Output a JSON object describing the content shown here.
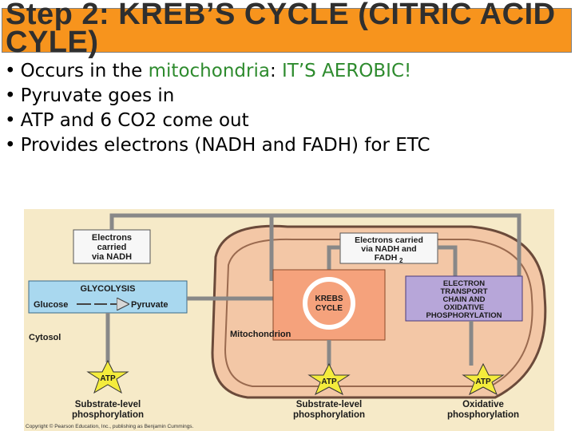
{
  "slide": {
    "title": "Step 2: KREB’S CYCLE (CITRIC ACID CYLE)"
  },
  "bullets": {
    "b1_prefix": "Occurs in the ",
    "b1_green1": "mitochondria",
    "b1_mid": ": ",
    "b1_green2": "IT’S AEROBIC!",
    "b2": "Pyruvate goes in",
    "b3": "ATP and 6 CO2 come out",
    "b4": "Provides electrons (NADH and FADH) for ETC"
  },
  "diagram": {
    "electrons_nadh_1": "Electrons",
    "electrons_nadh_2": "carried",
    "electrons_nadh_3": "via NADH",
    "electrons_fadh_1": "Electrons carried",
    "electrons_fadh_2": "via NADH and",
    "electrons_fadh_3": "FADH",
    "electrons_fadh_sub": "2",
    "glycolysis": "GLYCOLYSIS",
    "glucose": "Glucose",
    "pyruvate": "Pyruvate",
    "krebs_1": "KREBS",
    "krebs_2": "CYCLE",
    "etc_1": "ELECTRON",
    "etc_2": "TRANSPORT",
    "etc_3": "CHAIN AND",
    "etc_4": "OXIDATIVE",
    "etc_5": "PHOSPHORYLATION",
    "cytosol": "Cytosol",
    "mitochondrion": "Mitochondrion",
    "atp": "ATP",
    "substrate_1": "Substrate-level",
    "substrate_2": "phosphorylation",
    "oxidative_1": "Oxidative",
    "oxidative_2": "phosphorylation",
    "copyright": "Copyright © Pearson Education, Inc., publishing as Benjamin Cummings."
  },
  "colors": {
    "title_bg": "#f7941d",
    "green_text": "#2e8b2e",
    "cytosol_bg": "#f6eac8",
    "mito_fill": "#f3c7a6",
    "krebs_box": "#f5a27c",
    "glycolysis_box": "#a9d8ef",
    "etc_box": "#b7a6d9",
    "atp_star": "#f4ec3c"
  }
}
